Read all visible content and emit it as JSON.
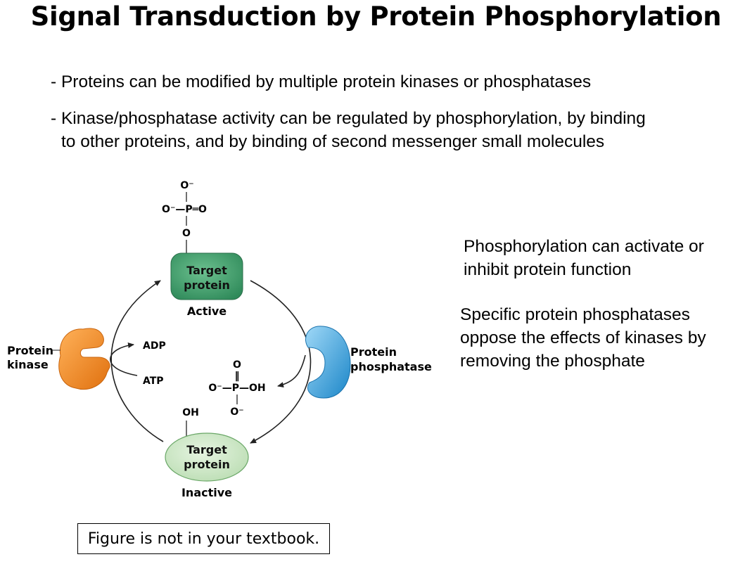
{
  "slide": {
    "title": "Signal Transduction by Protein Phosphorylation",
    "bullets": [
      "- Proteins can be modified by multiple protein kinases or phosphatases",
      "- Kinase/phosphatase activity can be regulated by phosphorylation, by binding",
      "to other proteins, and by binding of second messenger small molecules"
    ],
    "side_notes": [
      "Phosphorylation can activate or inhibit protein function",
      "Specific protein phosphatases oppose the effects of kinases by removing the phosphate"
    ],
    "footnote": "Figure is not in your textbook."
  },
  "diagram": {
    "target_top": {
      "line1": "Target",
      "line2": "protein",
      "state": "Active"
    },
    "target_bottom": {
      "line1": "Target",
      "line2": "protein",
      "state": "Inactive"
    },
    "kinase": {
      "line1": "Protein",
      "line2": "kinase"
    },
    "phosphatase": {
      "line1": "Protein",
      "line2": "phosphatase"
    },
    "adp": "ADP",
    "atp": "ATP",
    "oh": "OH",
    "phosphate_top": {
      "o_minus_top": "O⁻",
      "p_row": "O⁻—P═O",
      "o_bottom": "O"
    },
    "phosphate_free": {
      "o_top": "O",
      "double": "‖",
      "p_row": "O⁻—P—OH",
      "o_minus_bottom": "O⁻"
    },
    "colors": {
      "active_fill": "#3f9b6a",
      "inactive_fill": "#cfe8c9",
      "kinase_fill": "#f08a1e",
      "phosphatase_fill": "#3aa6e0"
    }
  }
}
